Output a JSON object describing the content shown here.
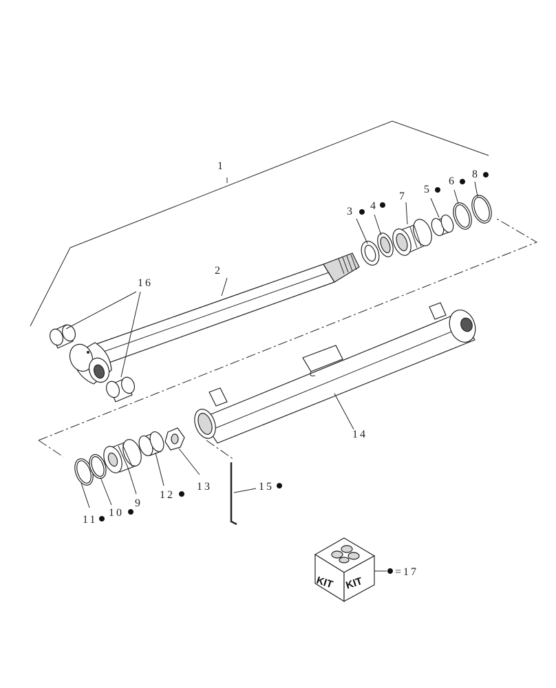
{
  "callouts": {
    "c1": "1",
    "c2": "2",
    "c3": "3",
    "c4": "4",
    "c5": "5",
    "c6": "6",
    "c7": "7",
    "c8": "8",
    "c9": "9",
    "c10": "10",
    "c11": "11",
    "c12": "12",
    "c13": "13",
    "c14": "14",
    "c15": "15",
    "c16": "16"
  },
  "kit": {
    "box_label_left": "KIT",
    "box_label_right": "KIT",
    "equals_text": "=17"
  },
  "colors": {
    "line": "#222222",
    "shade": "#d8d8d8",
    "dark": "#555555",
    "bullet": "#111111"
  }
}
